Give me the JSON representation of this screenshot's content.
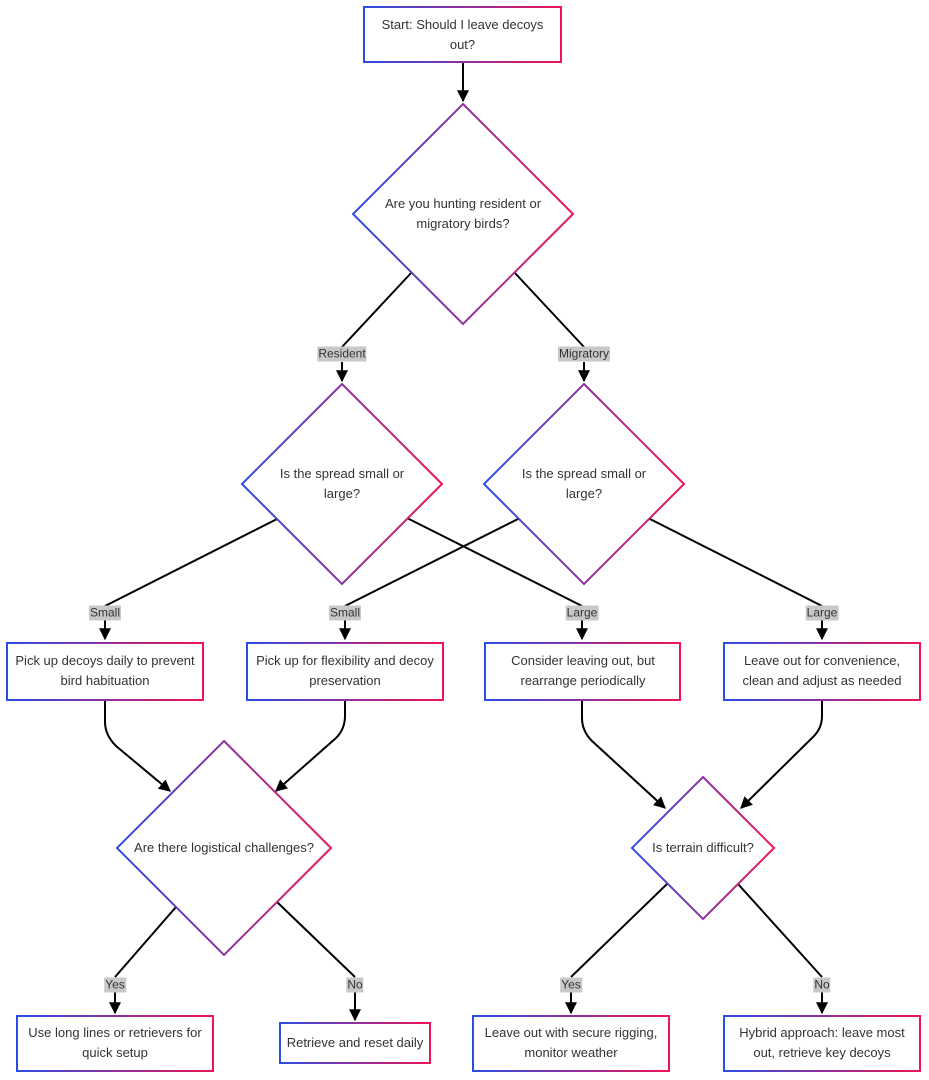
{
  "colors": {
    "gradient_start": "#2b4de6",
    "gradient_end": "#ef1456",
    "edge": "#000000",
    "label_bg": "#c8c8c8",
    "text": "#333333"
  },
  "nodes": {
    "start": "Start: Should I leave decoys out?",
    "q_bird": "Are you hunting resident or migratory birds?",
    "q_spread_resident": "Is the spread small or large?",
    "q_spread_migratory": "Is the spread small or large?",
    "pick_daily": "Pick up decoys daily to prevent bird habituation",
    "pick_flex": "Pick up for flexibility and decoy preservation",
    "consider_leave": "Consider leaving out, but rearrange periodically",
    "leave_convenience": "Leave out for convenience, clean and adjust as needed",
    "q_logistics": "Are there logistical challenges?",
    "q_terrain": "Is terrain difficult?",
    "long_lines": "Use long lines or retrievers for quick setup",
    "retrieve_reset": "Retrieve and reset daily",
    "leave_secure": "Leave out with secure rigging, monitor weather",
    "hybrid": "Hybrid approach: leave most out, retrieve key decoys"
  },
  "edge_labels": {
    "resident": "Resident",
    "migratory": "Migratory",
    "small_resident": "Small",
    "small_migratory": "Small",
    "large_resident": "Large",
    "large_migratory": "Large",
    "yes_logistics": "Yes",
    "no_logistics": "No",
    "yes_terrain": "Yes",
    "no_terrain": "No"
  }
}
